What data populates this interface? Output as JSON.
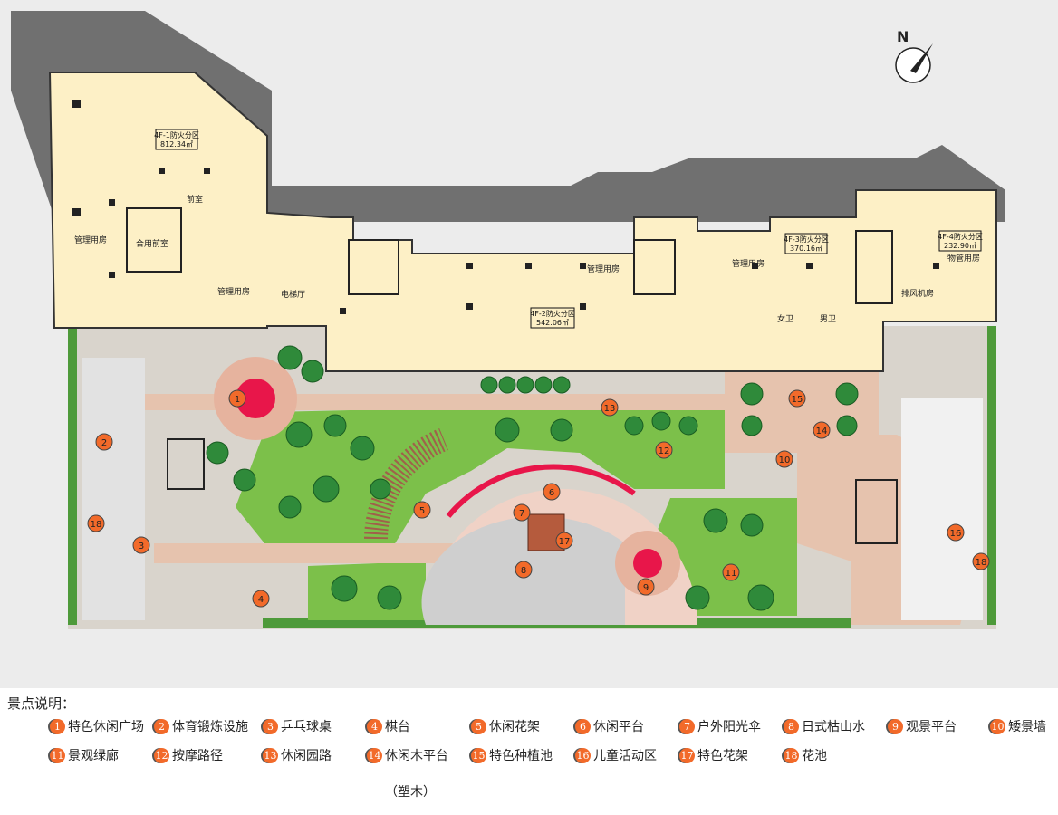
{
  "compass": {
    "label": "N"
  },
  "zones": [
    {
      "name": "4F-1防火分区",
      "area": "812.34㎡"
    },
    {
      "name": "4F-2防火分区",
      "area": "542.06㎡"
    },
    {
      "name": "4F-3防火分区",
      "area": "370.16㎡"
    },
    {
      "name": "4F-4防火分区",
      "area": "232.90㎡"
    }
  ],
  "rooms": {
    "mgmt": "管理用房",
    "lobby": "电梯厅",
    "property": "物管用房",
    "exhaust": "排风机房",
    "female_wc": "女卫",
    "male_wc": "男卫",
    "anteroom": "前室",
    "shared_anteroom": "合用前室"
  },
  "markers": [
    "1",
    "2",
    "3",
    "4",
    "5",
    "6",
    "7",
    "8",
    "9",
    "10",
    "11",
    "12",
    "13",
    "14",
    "15",
    "16",
    "17",
    "18"
  ],
  "colors": {
    "building": "#fdf0c6",
    "shadow": "#707070",
    "lawn": "#7cc04a",
    "tree": "#2f8a3a",
    "paving": "#e6c3ae",
    "plaza_red": "#e8164a",
    "marker": "#f26a2a",
    "stone": "#cfcfcf"
  },
  "legend": {
    "title": "景点说明：",
    "items": [
      {
        "num": "1",
        "label": "特色休闲广场"
      },
      {
        "num": "2",
        "label": "体育锻炼设施"
      },
      {
        "num": "3",
        "label": "乒乓球桌"
      },
      {
        "num": "4",
        "label": "棋台"
      },
      {
        "num": "5",
        "label": "休闲花架"
      },
      {
        "num": "6",
        "label": "休闲平台"
      },
      {
        "num": "7",
        "label": "户外阳光伞"
      },
      {
        "num": "8",
        "label": "日式枯山水"
      },
      {
        "num": "9",
        "label": "观景平台"
      },
      {
        "num": "10",
        "label": "矮景墙"
      },
      {
        "num": "11",
        "label": "景观绿廊"
      },
      {
        "num": "12",
        "label": "按摩路径"
      },
      {
        "num": "13",
        "label": "休闲园路"
      },
      {
        "num": "14",
        "label": "休闲木平台"
      },
      {
        "num": "15",
        "label": "特色种植池"
      },
      {
        "num": "16",
        "label": "儿童活动区"
      },
      {
        "num": "17",
        "label": "特色花架"
      },
      {
        "num": "18",
        "label": "花池"
      }
    ],
    "note_14": "（塑木）"
  }
}
